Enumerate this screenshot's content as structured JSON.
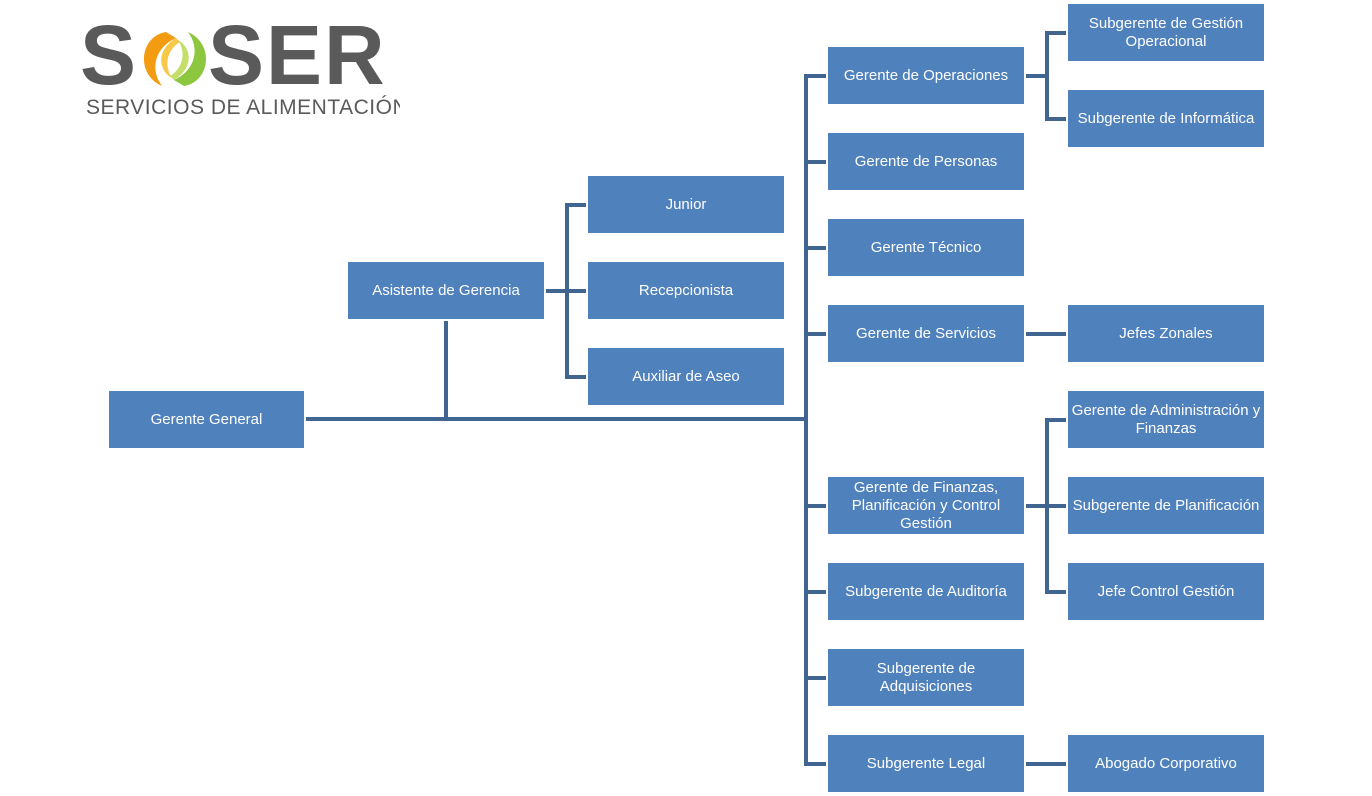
{
  "logo": {
    "text": "SOSER",
    "subtitle": "SERVICIOS DE ALIMENTACIÓN",
    "colors": {
      "text": "#5a5a5a",
      "orange": "#f39c12",
      "green": "#8dc63f"
    }
  },
  "colors": {
    "box": "#4f81bd",
    "line": "#3f6590",
    "text": "#ffffff"
  },
  "nodes": {
    "gerente_general": "Gerente General",
    "asistente_gerencia": "Asistente de Gerencia",
    "junior": "Junior",
    "recepcionista": "Recepcionista",
    "auxiliar_aseo": "Auxiliar de Aseo",
    "gerente_operaciones": "Gerente de Operaciones",
    "gerente_personas": "Gerente de Personas",
    "gerente_tecnico": "Gerente Técnico",
    "gerente_servicios": "Gerente de Servicios",
    "gerente_finanzas": "Gerente de Finanzas, Planificación y Control Gestión",
    "subgerente_auditoria": "Subgerente de Auditoría",
    "subgerente_adquisiciones": "Subgerente de Adquisiciones",
    "subgerente_legal": "Subgerente Legal",
    "subgerente_gestion_operacional": "Subgerente de Gestión Operacional",
    "subgerente_informatica": "Subgerente de Informática",
    "jefes_zonales": "Jefes Zonales",
    "gerente_admin_finanzas": "Gerente de Administración y Finanzas",
    "subgerente_planificacion": "Subgerente de Planificación",
    "jefe_control_gestion": "Jefe Control Gestión",
    "abogado_corporativo": "Abogado Corporativo"
  }
}
